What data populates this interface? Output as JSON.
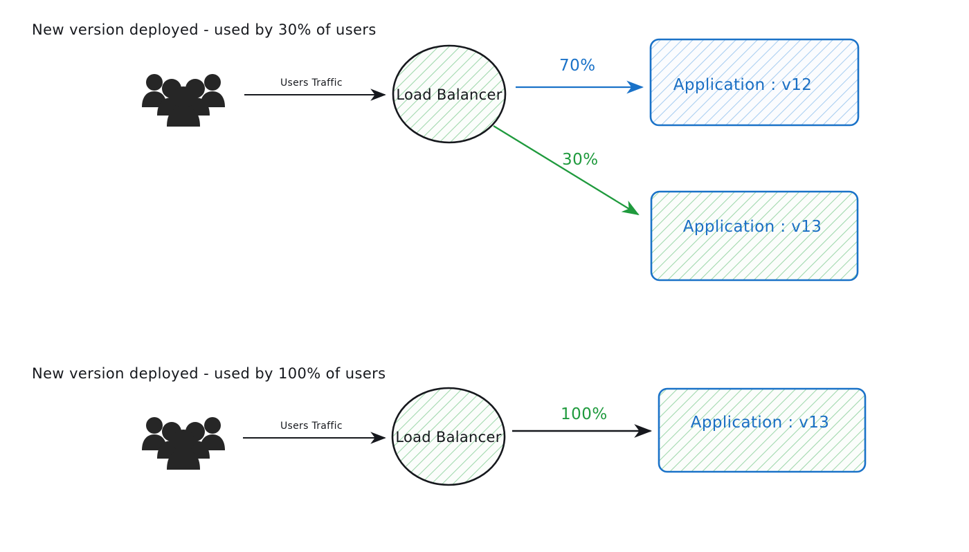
{
  "colors": {
    "background": "#ffffff",
    "ink": "#16181d",
    "blue_stroke": "#1a72c8",
    "blue_text": "#1a6fc4",
    "green_stroke": "#1f9a3d",
    "green_hatch": "#9ed7ab",
    "blue_hatch": "#a8cdf0",
    "people_icon": "#262626"
  },
  "sections": [
    {
      "id": "canary-30",
      "title": "New version deployed - used by 30% of users",
      "people_icon": "users-group-icon",
      "traffic_edge_label": "Users Traffic",
      "load_balancer_label": "Load Balancer",
      "branches": [
        {
          "id": "branch-v12",
          "percent_label": "70%",
          "percent_color": "#1a72c8",
          "arrow_color": "#1a72c8",
          "target_label": "Application : v12",
          "target_fill": "blue-hatch"
        },
        {
          "id": "branch-v13",
          "percent_label": "30%",
          "percent_color": "#1f9a3d",
          "arrow_color": "#1f9a3d",
          "target_label": "Application : v13",
          "target_fill": "green-hatch"
        }
      ]
    },
    {
      "id": "full-100",
      "title": "New version deployed - used by 100% of users",
      "people_icon": "users-group-icon",
      "traffic_edge_label": "Users Traffic",
      "load_balancer_label": "Load Balancer",
      "branches": [
        {
          "id": "branch-v13-full",
          "percent_label": "100%",
          "percent_color": "#1f9a3d",
          "arrow_color": "#16181d",
          "target_label": "Application : v13",
          "target_fill": "green-hatch"
        }
      ]
    }
  ],
  "chart_data": {
    "type": "diagram",
    "description": "Canary / blue-green deployment traffic split diagram",
    "nodes": [
      "Users",
      "Load Balancer",
      "Application : v12",
      "Application : v13"
    ],
    "edges": [
      {
        "from": "Users",
        "to": "Load Balancer",
        "label": "Users Traffic",
        "stage": "30% rollout"
      },
      {
        "from": "Load Balancer",
        "to": "Application : v12",
        "label": "70%",
        "stage": "30% rollout"
      },
      {
        "from": "Load Balancer",
        "to": "Application : v13",
        "label": "30%",
        "stage": "30% rollout"
      },
      {
        "from": "Users",
        "to": "Load Balancer",
        "label": "Users Traffic",
        "stage": "100% rollout"
      },
      {
        "from": "Load Balancer",
        "to": "Application : v13",
        "label": "100%",
        "stage": "100% rollout"
      }
    ]
  }
}
